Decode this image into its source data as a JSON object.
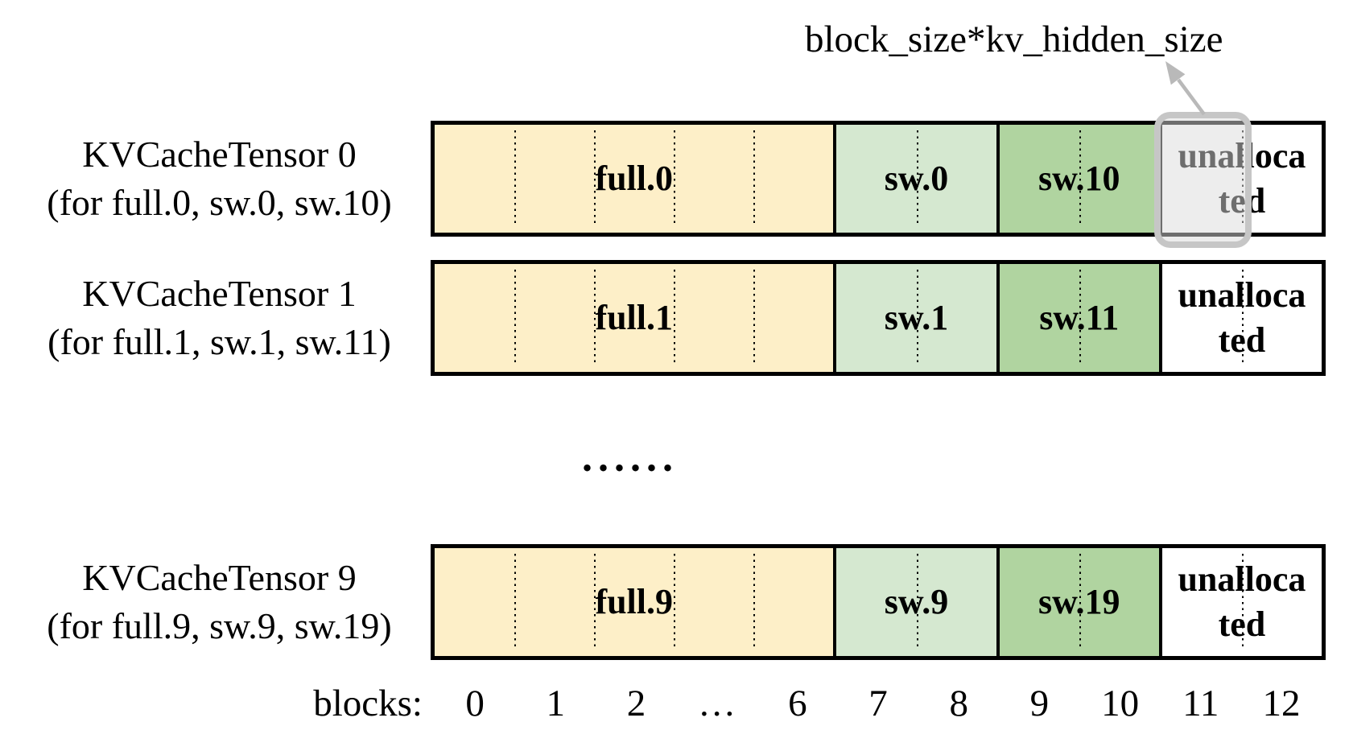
{
  "annotation": {
    "label": "block_size*kv_hidden_size"
  },
  "colors": {
    "seg_full": "#fdefc8",
    "seg_sw_light": "#d5e8d0",
    "seg_sw_dark": "#b0d4a0",
    "seg_unallocated": "#ffffff",
    "line_black": "#000000",
    "highlight_border": "#c6c6c6",
    "highlight_fill": "rgba(219,219,219,0.5)",
    "arrow_gray": "#b9b9b9"
  },
  "rows": [
    {
      "title": "KVCacheTensor 0",
      "subtitle": "(for full.0, sw.0, sw.10)",
      "segments": [
        {
          "label": "full.0"
        },
        {
          "label": "sw.0"
        },
        {
          "label": "sw.10"
        },
        {
          "label": "unallocated",
          "label_lines": [
            "unalloca",
            "ted"
          ]
        }
      ],
      "highlighted_block": "11"
    },
    {
      "title": "KVCacheTensor 1",
      "subtitle": "(for full.1, sw.1, sw.11)",
      "segments": [
        {
          "label": "full.1"
        },
        {
          "label": "sw.1"
        },
        {
          "label": "sw.11"
        },
        {
          "label": "unallocated",
          "label_lines": [
            "unalloca",
            "ted"
          ]
        }
      ]
    },
    {
      "title": "KVCacheTensor 9",
      "subtitle": "(for full.9, sw.9, sw.19)",
      "segments": [
        {
          "label": "full.9"
        },
        {
          "label": "sw.9"
        },
        {
          "label": "sw.19"
        },
        {
          "label": "unallocated",
          "label_lines": [
            "unalloca",
            "ted"
          ]
        }
      ]
    }
  ],
  "ellipsis": "......",
  "axis": {
    "label": "blocks:",
    "ticks": [
      "0",
      "1",
      "2",
      "…",
      "6",
      "7",
      "8",
      "9",
      "10",
      "11",
      "12"
    ]
  }
}
